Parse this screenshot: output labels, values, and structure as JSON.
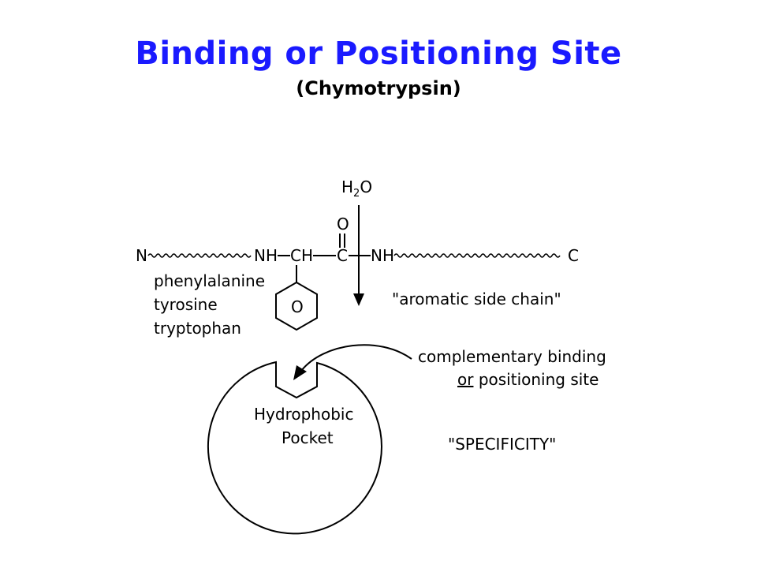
{
  "slide": {
    "title": "Binding or Positioning Site",
    "subtitle": "(Chymotrypsin)",
    "title_color": "#1a1aff"
  },
  "diagram": {
    "water": {
      "main": "H",
      "sub": "2",
      "tail": "O"
    },
    "carbonyl_oxygen": "O",
    "backbone": {
      "n_terminus": "N",
      "nh_left": "NH",
      "ch": "CH",
      "c": "C",
      "nh_right": "NH",
      "c_terminus": "C"
    },
    "ring_label": "O",
    "residues": [
      "phenylalanine",
      "tyrosine",
      "tryptophan"
    ],
    "side_chain_label": "\"aromatic side chain\"",
    "binding_site_label": {
      "line1": "complementary binding",
      "line2_underlined": "or",
      "line2_rest": " positioning site"
    },
    "pocket_label": {
      "line1": "Hydrophobic",
      "line2": "Pocket"
    },
    "specificity_label": "\"SPECIFICITY\""
  },
  "icons": [
    "water-arrow-icon",
    "benzene-ring-icon",
    "curved-arrow-icon",
    "enzyme-pocket-icon"
  ]
}
